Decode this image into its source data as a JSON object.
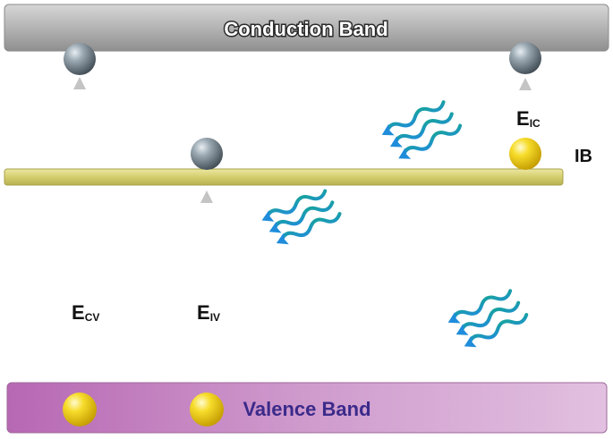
{
  "bands": {
    "conduction": {
      "label": "Conduction Band",
      "color": "#a9a9a9"
    },
    "intermediate": {
      "label": "IB",
      "color": "#d9d37a"
    },
    "valence": {
      "label": "Valence Band",
      "color": "#c98fc7",
      "label_color": "#3b2a8a"
    }
  },
  "transitions": {
    "cv": {
      "main": "E",
      "sub": "CV"
    },
    "iv": {
      "main": "E",
      "sub": "IV"
    },
    "ic": {
      "main": "E",
      "sub": "IC"
    }
  },
  "colors": {
    "arrow_gray": "#b5b5b5",
    "arrow_purple": "#9b2d8c",
    "electron": "#7f8c96",
    "hole": "#f5d40f",
    "photon_teal": "#1aa39a",
    "photon_blue": "#1f8fd6"
  },
  "icons": {
    "electron": "gray-sphere",
    "hole": "yellow-sphere",
    "photon": "wavy-arrow"
  }
}
